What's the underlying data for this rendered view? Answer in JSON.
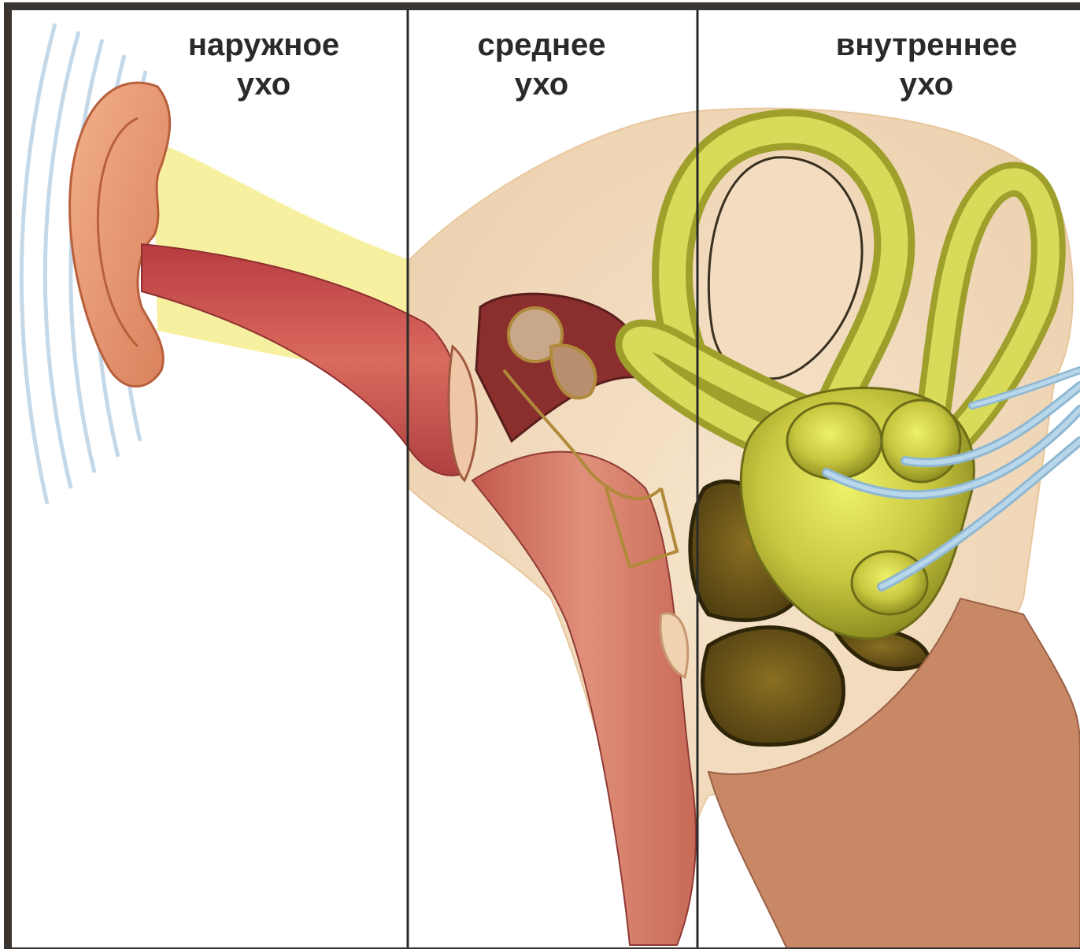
{
  "labels": {
    "outer": {
      "line1": "наружное",
      "line2": "ухо"
    },
    "middle": {
      "line1": "среднее",
      "line2": "ухо"
    },
    "inner": {
      "line1": "внутреннее",
      "line2": "ухо"
    }
  },
  "colors": {
    "background": "#ffffff",
    "frame": "#3a3530",
    "divider": "#2b2b2b",
    "bone_tissue": "#f3dcc0",
    "ear_skin": "#e9a07a",
    "canal_red": "#c8494a",
    "fat_yellow": "#f7f0a0",
    "labyrinth_green": "#c7c94a",
    "cavity_brown": "#6e5718",
    "nerve_blue": "#9cc3dc",
    "sound_waves": "#b9d2e4"
  },
  "icons": [
    "sound-waves-icon",
    "auricle-icon",
    "ossicles-icon",
    "semicircular-canals-icon",
    "cochlea-icon",
    "auditory-nerve-icon"
  ]
}
